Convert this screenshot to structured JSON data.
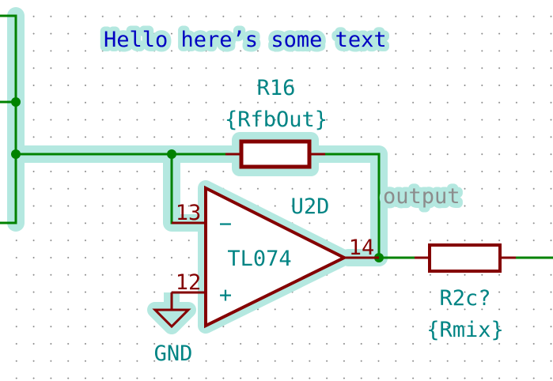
{
  "schematic": {
    "colors": {
      "wire": "#008200",
      "component": "#840000",
      "reference_text": "#008484",
      "note_text": "#0000c2",
      "net_label": "#8c8c8c",
      "highlight": "#b4e8e0",
      "background": "#ffffff",
      "grid_dot": "#8a8a8a"
    },
    "note": {
      "text": "Hello here’s some text"
    },
    "r16": {
      "reference": "R16",
      "value": "{RfbOut}"
    },
    "u2d": {
      "reference": "U2D",
      "value": "TL074",
      "pin_inverting": "13",
      "pin_noninverting": "12",
      "pin_output": "14",
      "minus_symbol": "−",
      "plus_symbol": "+"
    },
    "gnd": {
      "label": "GND"
    },
    "r2c": {
      "reference": "R2c?",
      "value": "{Rmix}"
    },
    "net_label": {
      "text": "output"
    }
  }
}
